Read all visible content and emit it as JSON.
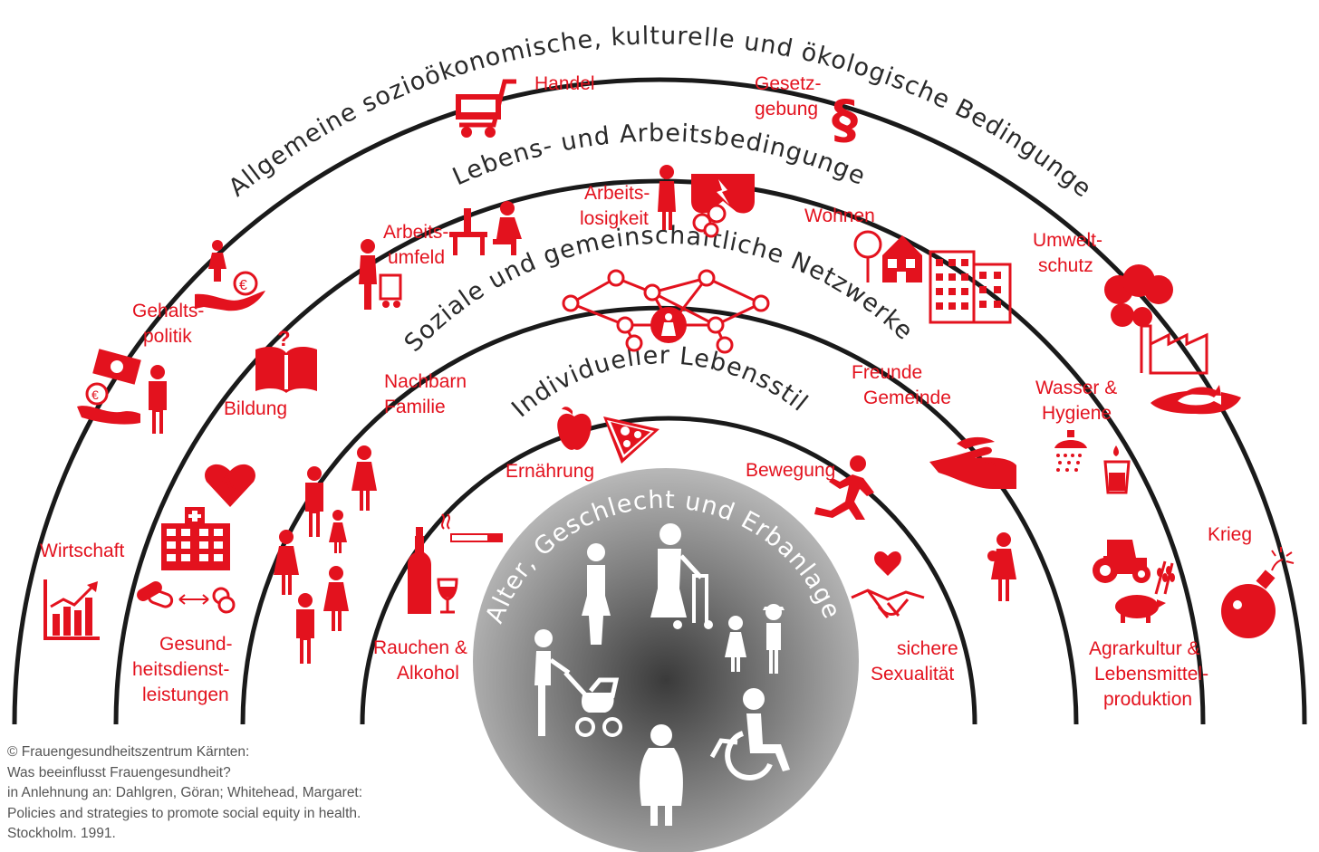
{
  "rings": {
    "outer": "Allgemeine sozioökonomische, kulturelle und ökologische Bedingungen",
    "living": "Lebens- und Arbeitsbedingungen",
    "social": "Soziale und gemeinschaftliche Netzwerke",
    "individual": "Individueller Lebensstil",
    "core": "Alter, Geschlecht und Erbanlagen"
  },
  "labels": {
    "wirtschaft": "Wirtschaft",
    "gehalts_1": "Gehalts-",
    "gehalts_2": "politik",
    "handel": "Handel",
    "gesetz_1": "Gesetz-",
    "gesetz_2": "gebung",
    "umwelt_1": "Umwelt-",
    "umwelt_2": "schutz",
    "krieg": "Krieg",
    "arbeitsumfeld_1": "Arbeits-",
    "arbeitsumfeld_2": "umfeld",
    "arbeitslos_1": "Arbeits-",
    "arbeitslos_2": "losigkeit",
    "wohnen": "Wohnen",
    "wasser_1": "Wasser &",
    "wasser_2": "Hygiene",
    "agrar_1": "Agrarkultur &",
    "agrar_2": "Lebensmittel-",
    "agrar_3": "produktion",
    "bildung": "Bildung",
    "gesund_1": "Gesund-",
    "gesund_2": "heitsdienst-",
    "gesund_3": "leistungen",
    "nachbarn": "Nachbarn",
    "familie": "Familie",
    "freunde": "Freunde",
    "gemeinde": "Gemeinde",
    "ernaehrung": "Ernährung",
    "bewegung": "Bewegung",
    "rauchen_1": "Rauchen &",
    "rauchen_2": "Alkohol",
    "sexual_1": "sichere",
    "sexual_2": "Sexualität",
    "section_sign": "§",
    "euro": "€",
    "question": "?"
  },
  "credits": {
    "line1": "© Frauengesundheitszentrum Kärnten:",
    "line2": "Was beeinflusst Frauengesundheit?",
    "line3": "in Anlehnung an: Dahlgren, Göran; Whitehead, Margaret:",
    "line4": "Policies and strategies to promote social equity in health.",
    "line5": "Stockholm. 1991."
  },
  "colors": {
    "accent": "#e3121e",
    "ring_stroke": "#1a1a1a",
    "text_dark": "#2a2a2a",
    "core_light": "#b8b8b8",
    "core_dark": "#3a3a3a"
  },
  "icons": [
    "bar-chart-icon",
    "money-hand-icon",
    "person-icon",
    "shopping-cart-icon",
    "paragraph-icon",
    "factory-icon",
    "cloud-icon",
    "fish-icon",
    "bomb-icon",
    "hospital-icon",
    "heart-icon",
    "pills-icon",
    "book-icon",
    "desk-icon",
    "worker-icon",
    "wallet-icon",
    "house-icon",
    "building-icon",
    "shower-icon",
    "glass-icon",
    "tractor-icon",
    "pig-icon",
    "network-icon",
    "apple-icon",
    "pizza-icon",
    "bottle-icon",
    "cigarette-icon",
    "runner-icon",
    "handshake-icon",
    "helping-hand-icon",
    "mother-child-icon",
    "walker-icon",
    "stroller-icon",
    "wheelchair-icon"
  ]
}
